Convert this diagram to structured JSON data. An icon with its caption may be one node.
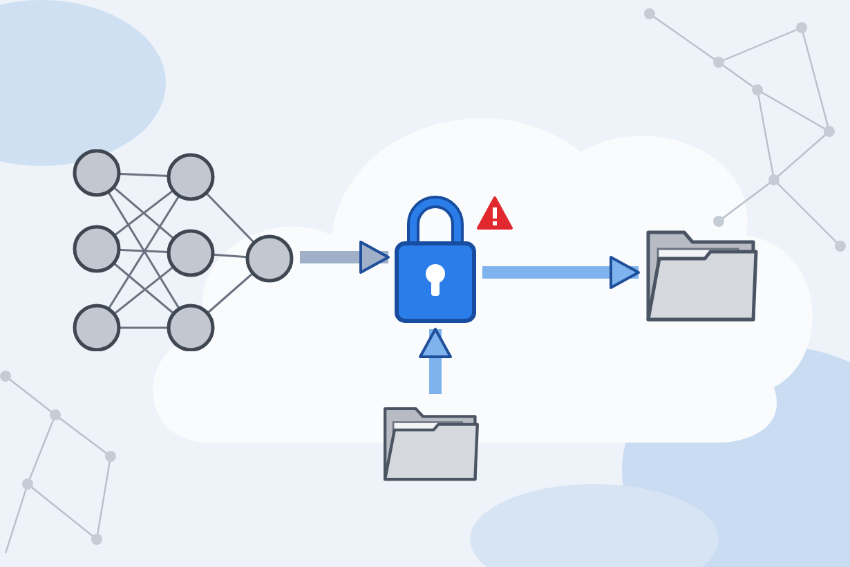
{
  "diagram": {
    "nodes": [
      {
        "text": [],
        "shape": "picture"
      },
      {
        "text": [],
        "shape": "picture"
      },
      {
        "text": [],
        "shape": "picture"
      },
      {
        "text": [],
        "shape": "picture"
      }
    ],
    "edges": [
      {
        "from": 0,
        "to": 1,
        "arrow": "to",
        "color": "#9fb0c8"
      },
      {
        "from": 1,
        "to": 2,
        "arrow": "to"
      },
      {
        "from": 3,
        "to": 1,
        "arrow": "to"
      }
    ]
  }
}
